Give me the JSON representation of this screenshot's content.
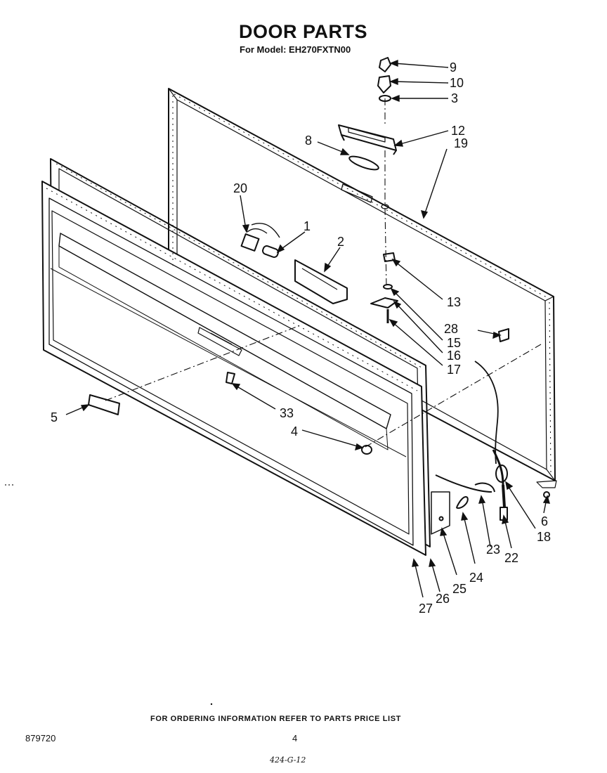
{
  "header": {
    "title": "DOOR PARTS",
    "subtitle": "For Model: EH270FXTN00"
  },
  "footer": {
    "ordering_note": "FOR ORDERING INFORMATION REFER TO PARTS PRICE LIST",
    "document_number": "879720",
    "page_number": "4",
    "handwritten_note": "424-G-12"
  },
  "callouts": [
    "9",
    "10",
    "3",
    "12",
    "19",
    "8",
    "20",
    "1",
    "2",
    "13",
    "28",
    "15",
    "16",
    "17",
    "5",
    "33",
    "4",
    "6",
    "18",
    "22",
    "23",
    "24",
    "25",
    "26",
    "27"
  ]
}
